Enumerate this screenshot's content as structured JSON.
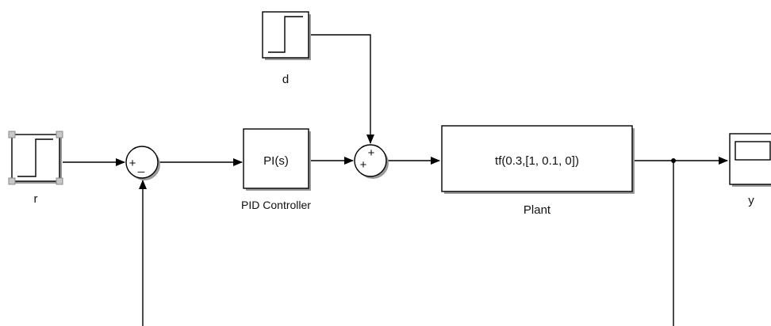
{
  "diagram": {
    "blocks": {
      "reference_step": {
        "label": "r"
      },
      "disturbance_step": {
        "label": "d"
      },
      "error_sum": {
        "signs": [
          "+",
          "_"
        ]
      },
      "pid_controller": {
        "content": "PI(s)",
        "label": "PID Controller"
      },
      "disturbance_sum": {
        "signs": [
          "+",
          "+"
        ]
      },
      "plant": {
        "content": "tf(0.3,[1, 0.1, 0])",
        "label": "Plant"
      },
      "output_scope": {
        "label": "y"
      }
    }
  },
  "colors": {
    "line": "#000000",
    "block_fill": "#ffffff",
    "block_shadow": "#9a9a9a",
    "selection_handle": "#c8c8c8"
  }
}
